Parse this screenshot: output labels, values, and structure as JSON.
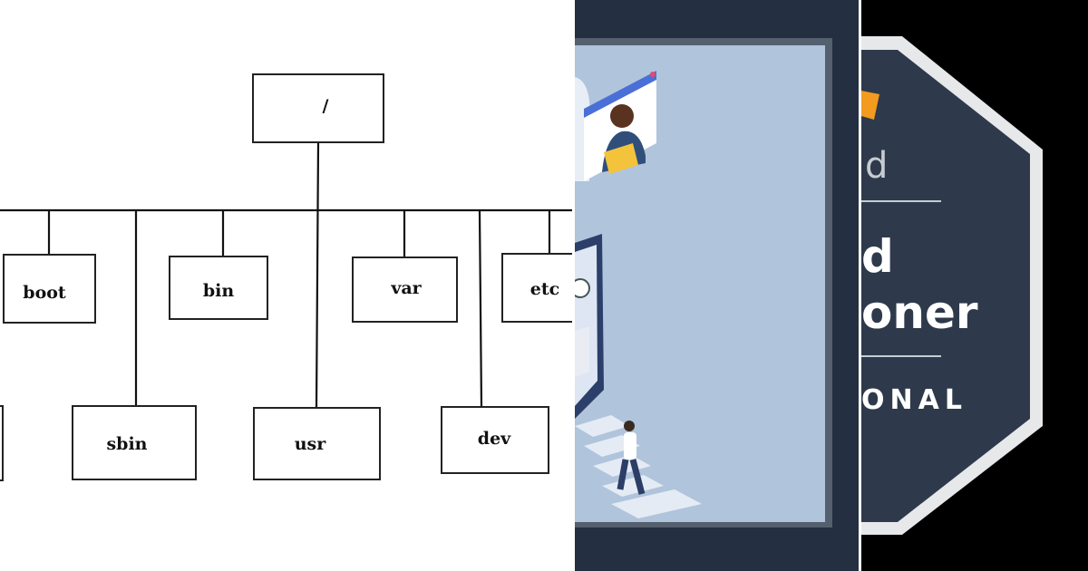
{
  "tree": {
    "root": "/",
    "nodes": [
      "boot",
      "bin",
      "var",
      "etc",
      "sbin",
      "usr",
      "dev"
    ]
  },
  "badge": {
    "line1": "d",
    "line2": "d",
    "line3": "oner",
    "line4": "ONAL"
  },
  "colors": {
    "illustration_bg": "#b0c4dc",
    "panel_dark": "#243041",
    "badge_bg": "#2e3a4b",
    "accent_orange": "#f29b1f"
  }
}
